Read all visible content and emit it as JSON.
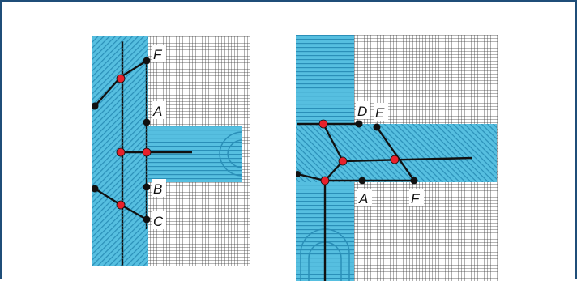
{
  "colors": {
    "frame_border": "#1f4e79",
    "grid_line": "#3a3a3a",
    "grid_bg": "#ffffff",
    "region_fill": "#56bfe0",
    "region_stripe": "#2a8fb8",
    "path_line": "#111111",
    "node_black": "#111111",
    "node_red": "#e8212b",
    "label_bg": "#ffffff"
  },
  "icons": {
    "junction_red": "red-dot-icon",
    "endpoint_black": "black-dot-icon"
  },
  "left_diagram": {
    "labels": [
      "F",
      "A",
      "B",
      "C"
    ]
  },
  "right_diagram": {
    "labels": [
      "D",
      "E",
      "A",
      "F"
    ]
  }
}
